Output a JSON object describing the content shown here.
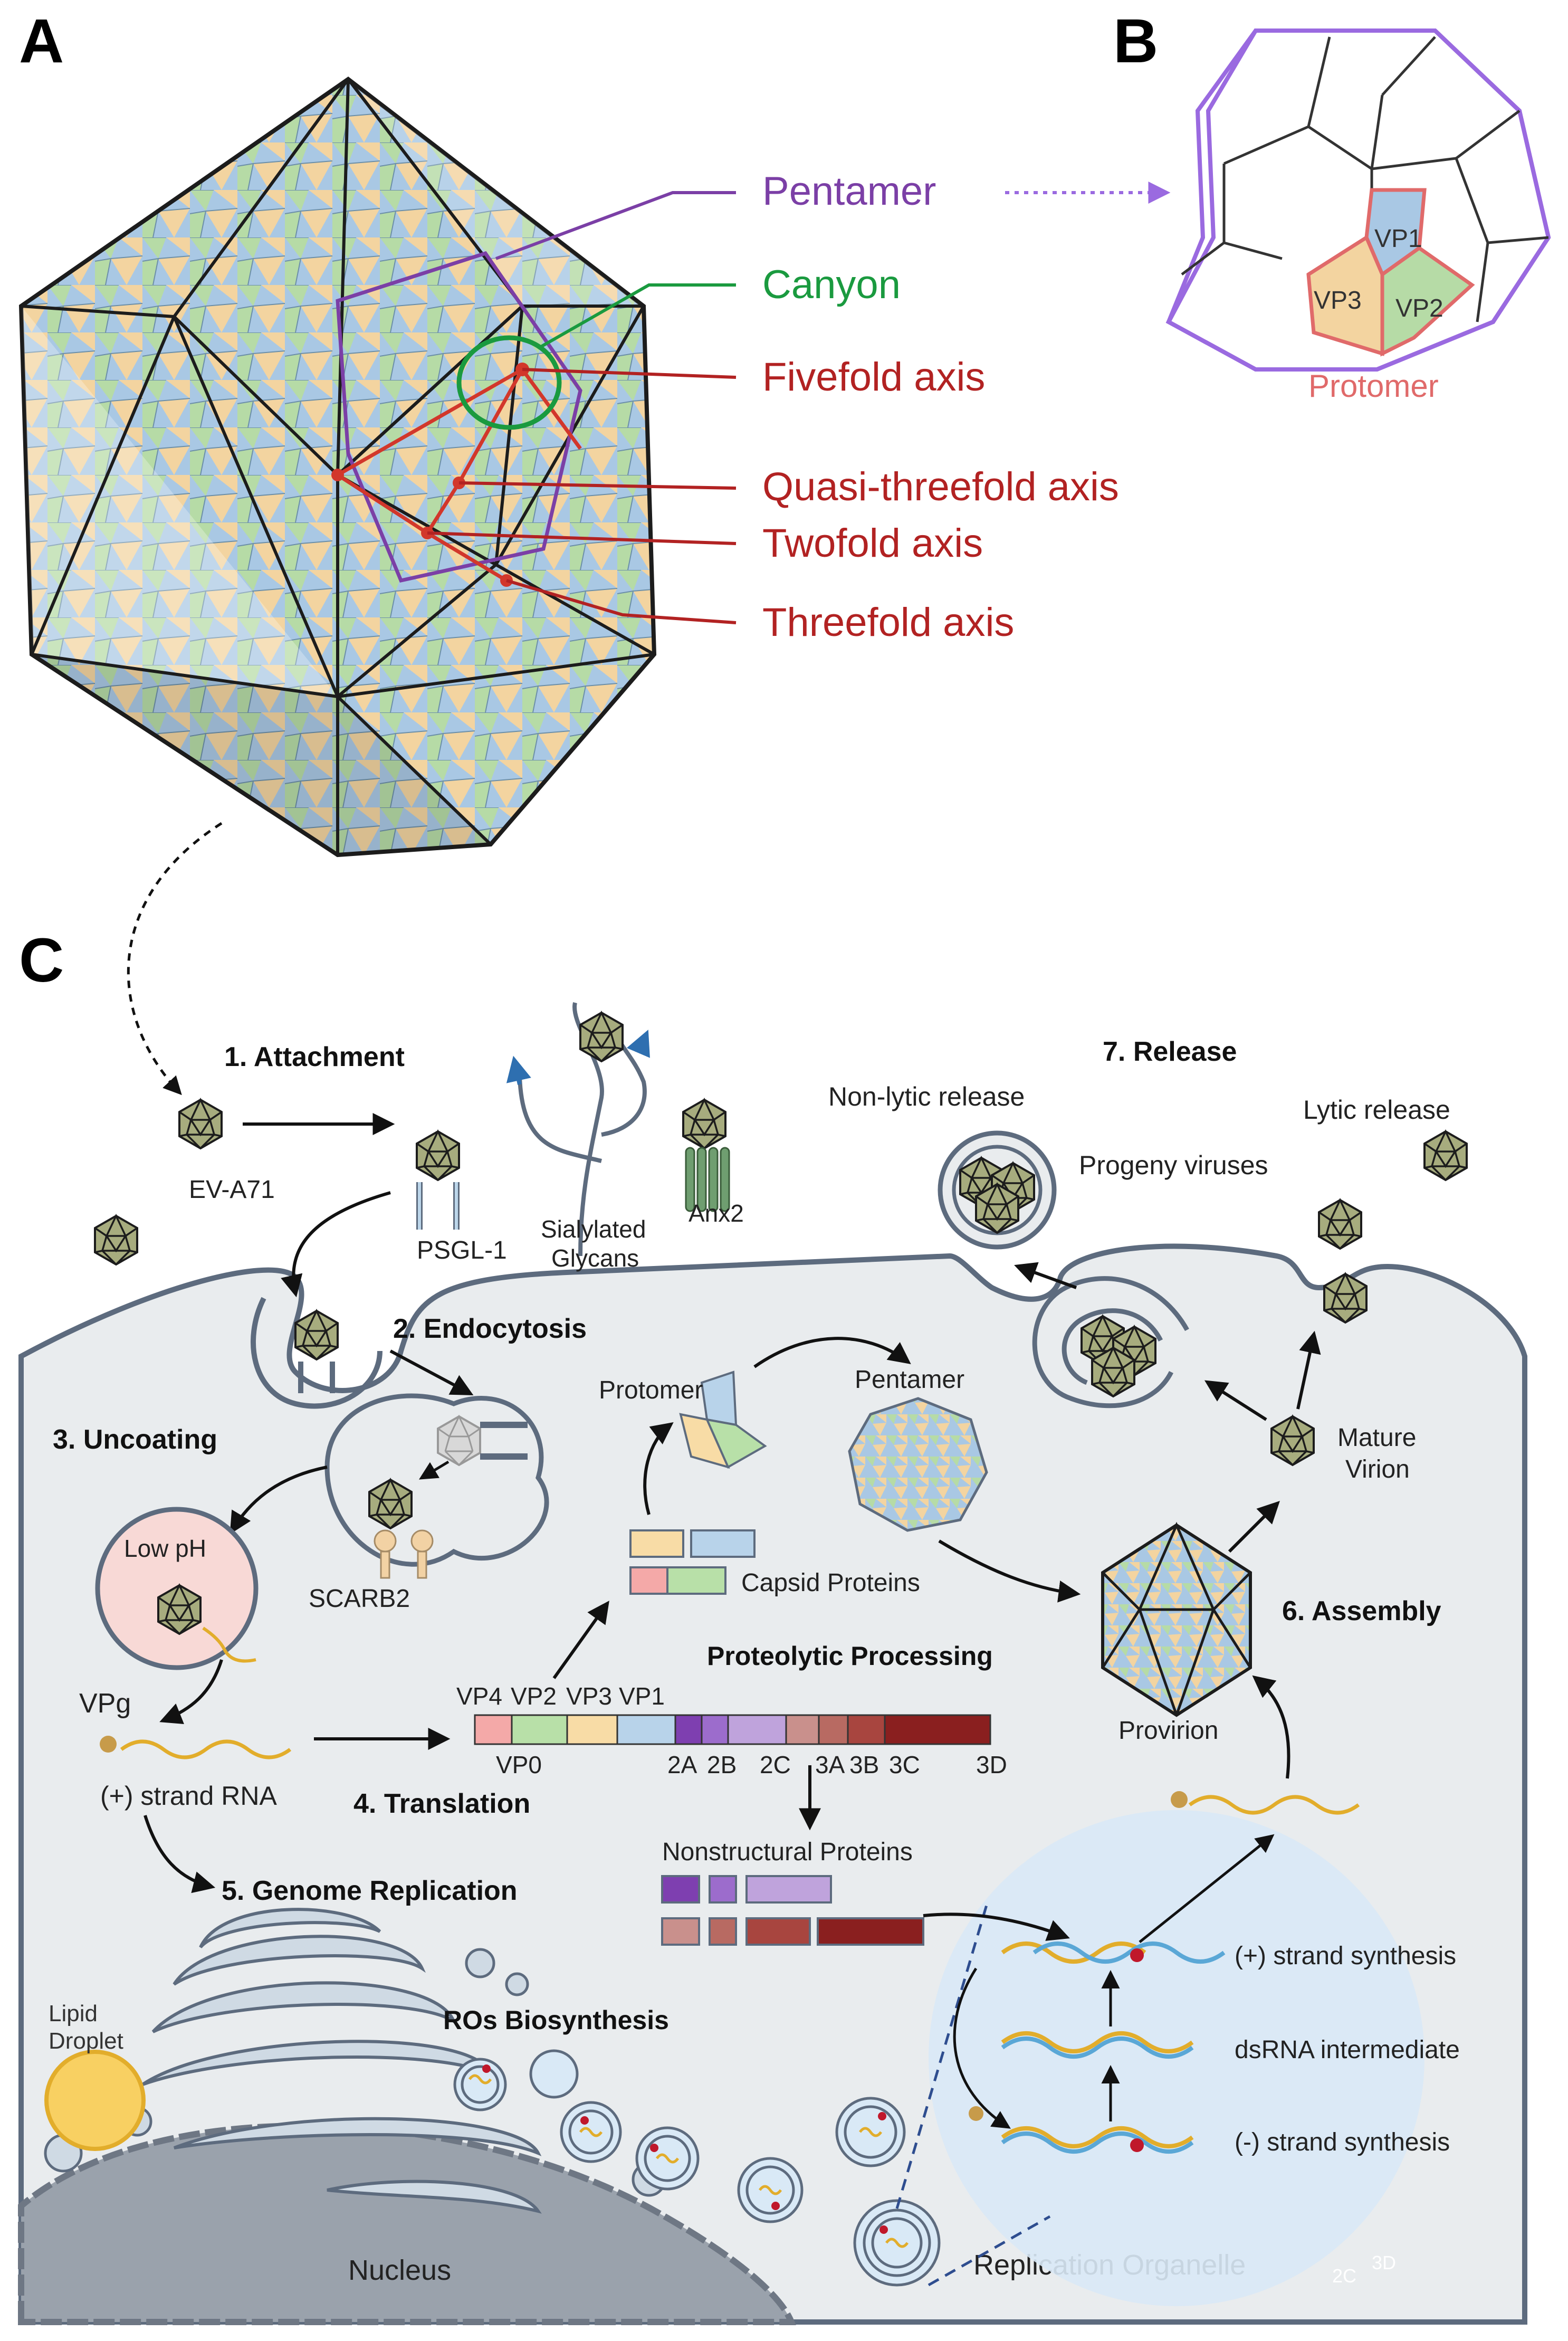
{
  "panels": {
    "a": "A",
    "b": "B",
    "c": "C"
  },
  "panel_a": {
    "labels": {
      "pentamer": "Pentamer",
      "canyon": "Canyon",
      "fivefold": "Fivefold axis",
      "quasi_threefold": "Quasi-threefold axis",
      "twofold": "Twofold axis",
      "threefold": "Threefold axis"
    },
    "colors": {
      "pentamer": "#7b3fa6",
      "canyon": "#1a9a3f",
      "axis": "#b22222",
      "vp1": "#a9c8e4",
      "vp2": "#b6dba6",
      "vp3": "#f3d4a0",
      "edge": "#1c1c1c"
    }
  },
  "panel_b": {
    "vp1": "VP1",
    "vp2": "VP2",
    "vp3": "VP3",
    "protomer": "Protomer",
    "colors": {
      "outline": "#9a6ae0",
      "protomer": "#e06a6a"
    }
  },
  "panel_c": {
    "steps": {
      "attachment": "1. Attachment",
      "endocytosis": "2. Endocytosis",
      "uncoating": "3. Uncoating",
      "translation": "4. Translation",
      "genome_replication": "5. Genome Replication",
      "assembly": "6. Assembly",
      "release": "7. Release"
    },
    "labels": {
      "ev_a71": "EV-A71",
      "psgl1": "PSGL-1",
      "sialylated": "Sialylated",
      "glycans": "Glycans",
      "anx2": "Anx2",
      "scarb2": "SCARB2",
      "low_ph": "Low pH",
      "vpg": "VPg",
      "plus_rna": "(+) strand RNA",
      "protomer": "Protomer",
      "pentamer": "Pentamer",
      "capsid_proteins": "Capsid Proteins",
      "proteolytic": "Proteolytic Processing",
      "nonstructural": "Nonstructural Proteins",
      "provirion": "Provirion",
      "mature": "Mature",
      "virion": "Virion",
      "non_lytic": "Non-lytic release",
      "lytic": "Lytic release",
      "progeny": "Progeny viruses",
      "lipid": "Lipid",
      "droplet": "Droplet",
      "ros": "ROs Biosynthesis",
      "nucleus": "Nucleus",
      "replication_organelle": "Replication Organelle",
      "plus_synthesis": "(+) strand synthesis",
      "dsrna": "dsRNA intermediate",
      "minus_synthesis": "(-) strand synthesis",
      "faint_2c": "2C",
      "faint_3d": "3D"
    },
    "polyprotein": {
      "top_labels": [
        "VP4",
        "VP2",
        "VP3",
        "VP1"
      ],
      "segments": [
        {
          "name": "VP4",
          "color": "#f4a9a8"
        },
        {
          "name": "VP2",
          "color": "#b8e0a8"
        },
        {
          "name": "VP3",
          "color": "#f8dca6"
        },
        {
          "name": "VP1",
          "color": "#b8d3ea"
        },
        {
          "name": "2A",
          "color": "#7e3fb0"
        },
        {
          "name": "2B",
          "color": "#9c6ccc"
        },
        {
          "name": "2C",
          "color": "#bfa3dc"
        },
        {
          "name": "3A",
          "color": "#c9908c"
        },
        {
          "name": "3B",
          "color": "#b86a62"
        },
        {
          "name": "3C",
          "color": "#a8453f"
        },
        {
          "name": "3D",
          "color": "#8a1f1f"
        }
      ],
      "bottom_labels": [
        "VP0",
        "2A",
        "2B",
        "2C",
        "3A",
        "3B",
        "3C",
        "3D"
      ]
    },
    "colors": {
      "cytoplasm": "#e9ecee",
      "membrane": "#5d6b7e",
      "virus_fill": "#a7ac7e",
      "rna": "#e2ad2b",
      "rna_blue": "#5aa7d6",
      "replication_bubble": "#d9e9f6"
    }
  }
}
